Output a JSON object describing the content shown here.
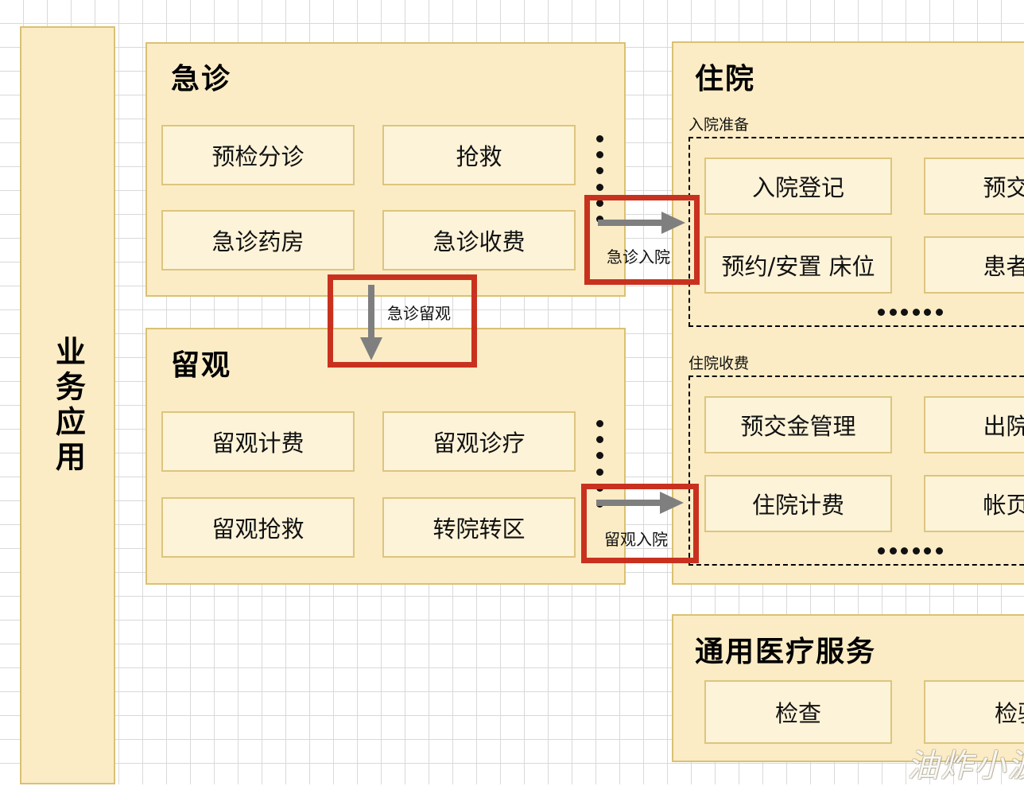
{
  "diagram": {
    "colors": {
      "panel_fill": "#fbecc5",
      "panel_border": "#d9c173",
      "leaf_fill": "#fdf3d9",
      "leaf_border": "#dcc57e",
      "callout_red": "#c9311f",
      "arrow_gray": "#7f7f7f",
      "grid_line": "#d9d9d9",
      "text": "#111111"
    },
    "sidebar": {
      "label": "业务应用"
    },
    "emergency": {
      "title": "急诊",
      "items": [
        "预检分诊",
        "抢救",
        "急诊药房",
        "急诊收费"
      ],
      "more_indicator": "vertical-dots"
    },
    "observation": {
      "title": "留观",
      "items": [
        "留观计费",
        "留观诊疗",
        "留观抢救",
        "转院转区"
      ],
      "more_indicator": "vertical-dots"
    },
    "inpatient": {
      "title": "住院",
      "groups": [
        {
          "label": "入院准备",
          "items": [
            "入院登记",
            "预交金",
            "预约/安置 床位",
            "患者注"
          ],
          "more_indicator": "horizontal-dots"
        },
        {
          "label": "住院收费",
          "items": [
            "预交金管理",
            "出院结",
            "住院计费",
            "帐页查"
          ],
          "more_indicator": "horizontal-dots"
        }
      ]
    },
    "general_services": {
      "title": "通用医疗服务",
      "items": [
        "检查",
        "检验"
      ]
    },
    "callouts": [
      {
        "label": "急诊入院",
        "arrow": "right"
      },
      {
        "label": "急诊留观",
        "arrow": "down"
      },
      {
        "label": "留观入院",
        "arrow": "right"
      }
    ],
    "watermark": "油炸小波"
  }
}
